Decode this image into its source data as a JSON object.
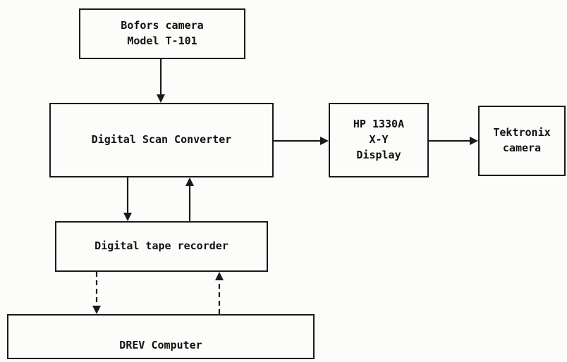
{
  "diagram": {
    "boxes": {
      "bofors_camera": {
        "line1": "Bofors camera",
        "line2": "Model T-101"
      },
      "scan_converter": {
        "label": "Digital Scan Converter"
      },
      "hp_display": {
        "line1": "HP 1330A",
        "line2": "X-Y",
        "line3": "Display"
      },
      "tektronix_camera": {
        "line1": "Tektronix",
        "line2": "camera"
      },
      "tape_recorder": {
        "label": "Digital tape recorder"
      },
      "drev_computer": {
        "label": "DREV Computer"
      }
    },
    "connections": [
      {
        "from": "Bofors camera",
        "to": "Digital Scan Converter",
        "style": "solid"
      },
      {
        "from": "Digital Scan Converter",
        "to": "HP 1330A X-Y Display",
        "style": "solid"
      },
      {
        "from": "HP 1330A X-Y Display",
        "to": "Tektronix camera",
        "style": "solid"
      },
      {
        "from": "Digital Scan Converter",
        "to": "Digital tape recorder",
        "style": "solid"
      },
      {
        "from": "Digital tape recorder",
        "to": "Digital Scan Converter",
        "style": "solid"
      },
      {
        "from": "Digital tape recorder",
        "to": "DREV Computer",
        "style": "dashed"
      },
      {
        "from": "DREV Computer",
        "to": "Digital tape recorder",
        "style": "dashed"
      }
    ]
  }
}
